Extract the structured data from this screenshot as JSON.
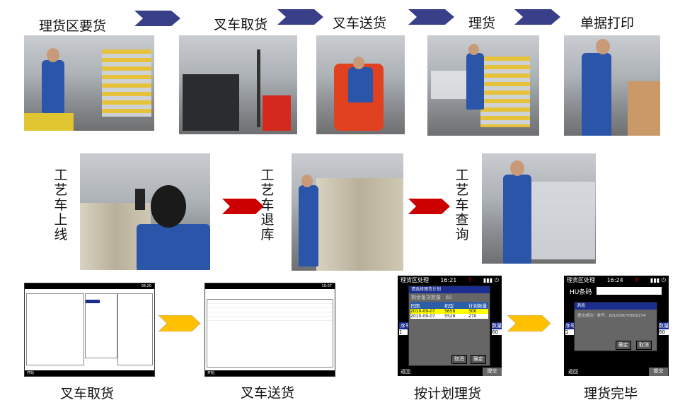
{
  "row1": {
    "steps": [
      "理货区要货",
      "叉车取货",
      "叉车送货",
      "理货",
      "单据打印"
    ]
  },
  "row2": {
    "steps": [
      "工艺车上线",
      "工艺车退库",
      "工艺车查询"
    ]
  },
  "row3": {
    "steps": [
      "叉车取货",
      "叉车送货",
      "按计划理货",
      "理货完毕"
    ],
    "screen1": {
      "time": "08:20",
      "start": "开始"
    },
    "screen2": {
      "time": "10:07",
      "start": "开始"
    },
    "phone1": {
      "title": "理货区处理",
      "time": "16:21",
      "dialog_title": "请选择理货计划",
      "remaining_label": "剩余备货数量",
      "remaining_value": "60",
      "columns": [
        "日期",
        "机型",
        "计划数量"
      ],
      "rows": [
        [
          "2010-09-07",
          "5658",
          "300"
        ],
        [
          "2010-09-07",
          "5529",
          "270"
        ]
      ],
      "cancel": "取消",
      "ok": "确定",
      "back": "返回",
      "submit": "提交",
      "seq": "序号",
      "qty": "数量",
      "row_seq": "1",
      "row_qty": "60"
    },
    "phone2": {
      "title": "理货区处理",
      "time": "16:24",
      "hu_label": "HU条码",
      "dialog_title": "消息",
      "message": "提交成功！单号：201009070000274",
      "ok": "确定",
      "cancel": "取消",
      "back": "返回",
      "submit": "提交",
      "seq": "序号",
      "qty": "数量",
      "row_seq": "1",
      "row_qty": "60"
    }
  },
  "colors": {
    "arrow_row1": "#3a3f8a",
    "arrow_row2": "#cc0000",
    "arrow_row3": "#ffc000"
  }
}
